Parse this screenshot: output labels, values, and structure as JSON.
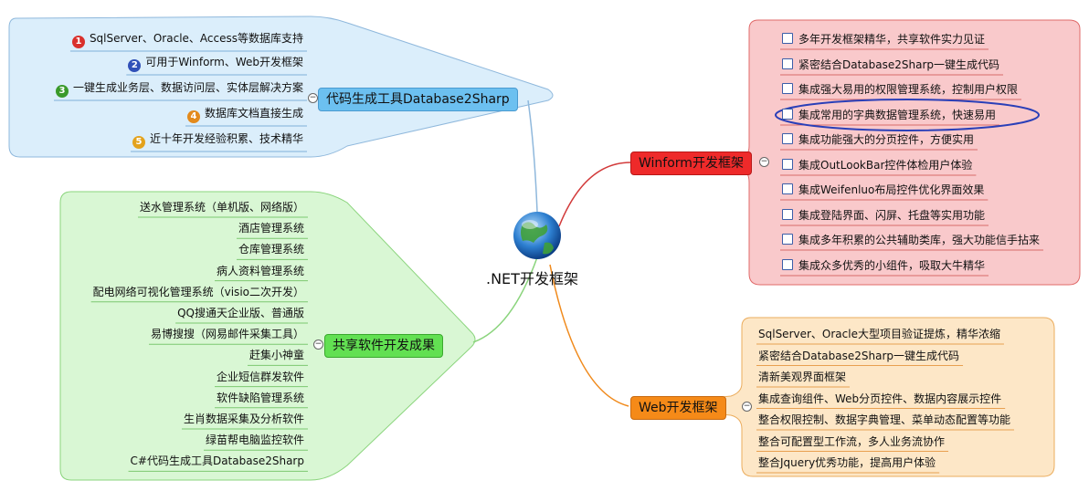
{
  "center": {
    "label": ".NET开发框架",
    "icon": "globe-icon"
  },
  "branches": {
    "codegen": {
      "title": "代码生成工具Database2Sharp",
      "color": "#8cc8f0",
      "items": [
        {
          "n": "1",
          "text": "SqlServer、Oracle、Access等数据库支持",
          "badge": "#d9302c"
        },
        {
          "n": "2",
          "text": "可用于Winform、Web开发框架",
          "badge": "#3050b8"
        },
        {
          "n": "3",
          "text": "一键生成业务层、数据访问层、实体层解决方案",
          "badge": "#3a9a2a"
        },
        {
          "n": "4",
          "text": "数据库文档直接生成",
          "badge": "#e38a1c"
        },
        {
          "n": "5",
          "text": "近十年开发经验积累、技术精华",
          "badge": "#e3a21c"
        }
      ]
    },
    "winform": {
      "title": "Winform开发框架",
      "color": "#f05050",
      "items": [
        "多年开发框架精华，共享软件实力见证",
        "紧密结合Database2Sharp一键生成代码",
        "集成强大易用的权限管理系统，控制用户权限",
        "集成常用的字典数据管理系统，快速易用",
        "集成功能强大的分页控件，方便实用",
        "集成OutLookBar控件体检用户体验",
        "集成Weifenluo布局控件优化界面效果",
        "集成登陆界面、闪屏、托盘等实用功能",
        "集成多年积累的公共辅助类库，强大功能信手拈来",
        "集成众多优秀的小组件，吸取大牛精华"
      ]
    },
    "shared": {
      "title": "共享软件开发成果",
      "color": "#7ee26e",
      "items": [
        "送水管理系统（单机版、网络版）",
        "酒店管理系统",
        "仓库管理系统",
        "病人资料管理系统",
        "配电网络可视化管理系统（visio二次开发）",
        "QQ搜通天企业版、普通版",
        "易博搜搜（网易邮件采集工具）",
        "赶集小神童",
        "企业短信群发软件",
        "软件缺陷管理系统",
        "生肖数据采集及分析软件",
        "绿苗帮电脑监控软件",
        "C#代码生成工具Database2Sharp"
      ]
    },
    "web": {
      "title": "Web开发框架",
      "color": "#f7a540",
      "items": [
        "SqlServer、Oracle大型项目验证提炼，精华浓缩",
        "紧密结合Database2Sharp一键生成代码",
        "清新美观界面框架",
        "集成查询组件、Web分页控件、数据内容展示控件",
        "整合权限控制、数据字典管理、菜单动态配置等功能",
        "整合可配置型工作流，多人业务流协作",
        "整合Jquery优秀功能，提高用户体验"
      ]
    }
  }
}
